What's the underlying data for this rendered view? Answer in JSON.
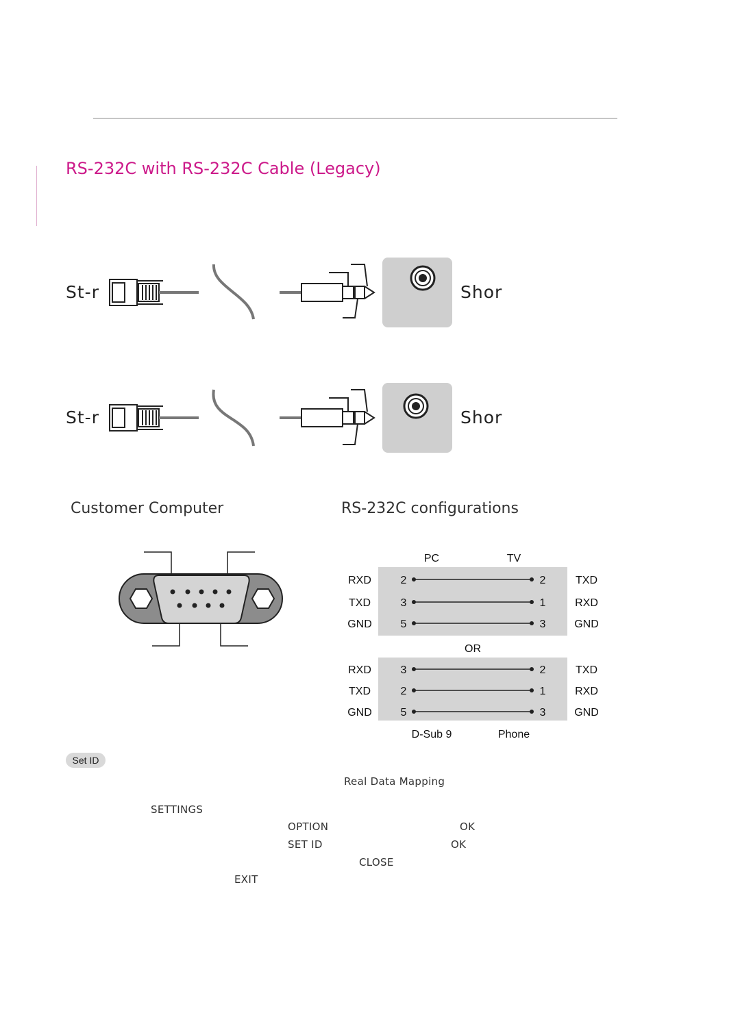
{
  "accent_color": "#cc1a8a",
  "section": {
    "title": "RS-232C with RS-232C Cable (Legacy)"
  },
  "cable_rows": [
    {
      "left_label": "St-r",
      "right_label": "Shor"
    },
    {
      "left_label": "St-r",
      "right_label": "Shor"
    }
  ],
  "headings": {
    "left": "Customer Computer",
    "right": "RS-232C configurations"
  },
  "config_table": {
    "col_headers": [
      "PC",
      "TV"
    ],
    "separator": "OR",
    "footer": [
      "D-Sub 9",
      "Phone"
    ],
    "group1": [
      {
        "left_name": "RXD",
        "pc_pin": "2",
        "tv_pin": "2",
        "right_name": "TXD"
      },
      {
        "left_name": "TXD",
        "pc_pin": "3",
        "tv_pin": "1",
        "right_name": "RXD"
      },
      {
        "left_name": "GND",
        "pc_pin": "5",
        "tv_pin": "3",
        "right_name": "GND"
      }
    ],
    "group2": [
      {
        "left_name": "RXD",
        "pc_pin": "3",
        "tv_pin": "2",
        "right_name": "TXD"
      },
      {
        "left_name": "TXD",
        "pc_pin": "2",
        "tv_pin": "1",
        "right_name": "RXD"
      },
      {
        "left_name": "GND",
        "pc_pin": "5",
        "tv_pin": "3",
        "right_name": "GND"
      }
    ]
  },
  "set_id": {
    "badge": "Set ID",
    "mapping_label": "Real Data Mapping",
    "menu": {
      "settings": "SETTINGS",
      "option": "OPTION",
      "ok1": "OK",
      "set_id": "SET ID",
      "ok2": "OK",
      "close": "CLOSE",
      "exit": "EXIT"
    }
  }
}
